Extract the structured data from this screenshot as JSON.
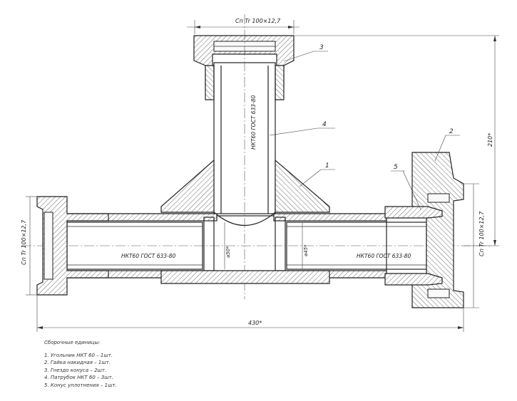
{
  "drawing": {
    "top_thread_label": "Сп Tr 100×12,7",
    "left_thread_label": "Сп Tr 100×12,7",
    "right_thread_label": "Сп Tr 100×12,7",
    "height_dim": "210*",
    "length_dim": "430*",
    "bore_dim_left": "⌀50*",
    "bore_dim_right": "⌀45*",
    "tube_label_vertical": "НКТ60 ГОСТ 633-80",
    "tube_label_left": "НКТ60 ГОСТ 633-80",
    "tube_label_right": "НКТ60 ГОСТ 633-80",
    "callouts": [
      "1",
      "2",
      "3",
      "4",
      "5"
    ]
  },
  "legend": {
    "title": "Сборочные единицы:",
    "items": [
      "1. Угольник НКТ 60 – 1шт.",
      "2. Гайка накидная – 1шт.",
      "3. Гнездо конуса – 2шт.",
      "4. Патрубок НКТ 60 – 3шт.",
      "5. Конус уплотнения – 1шт."
    ]
  }
}
